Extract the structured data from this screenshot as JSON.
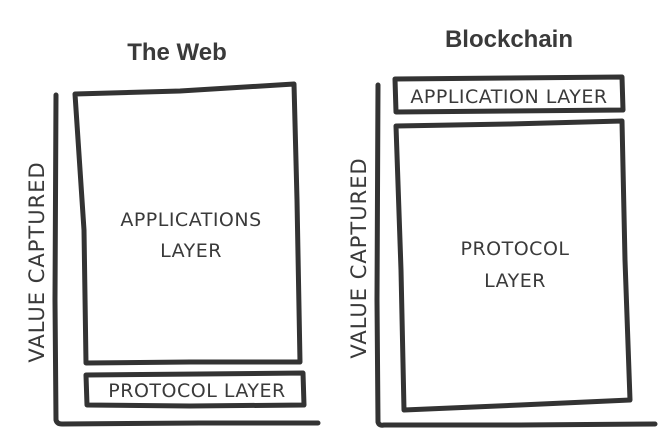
{
  "left_panel": {
    "title": "The Web",
    "axis_label": "VALUE CAPTURED",
    "large_box": {
      "line1": "APPLICATIONS",
      "line2": "LAYER"
    },
    "small_box": {
      "label": "PROTOCOL LAYER"
    }
  },
  "right_panel": {
    "title": "Blockchain",
    "axis_label": "VALUE CAPTURED",
    "small_box": {
      "label": "APPLICATION LAYER"
    },
    "large_box": {
      "line1": "PROTOCOL",
      "line2": "LAYER"
    }
  }
}
